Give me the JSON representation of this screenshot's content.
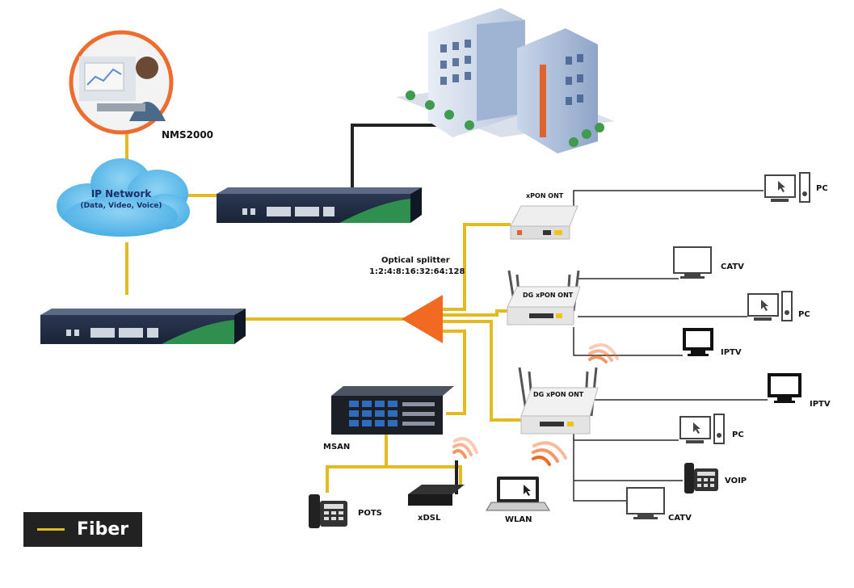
{
  "labels": {
    "nms": "NMS2000",
    "ip_network_title": "IP Network",
    "ip_network_sub": "(Data,  Video,  Voice)",
    "splitter_title": "Optical splitter",
    "splitter_ratio": "1:2:4:8:16:32:64:128",
    "xpon_ont": "xPON  ONT",
    "dg_xpon_ont_1": "DG  xPON  ONT",
    "dg_xpon_ont_2": "DG  xPON  ONT",
    "msan": "MSAN",
    "pots": "POTS",
    "xdsl": "xDSL",
    "wlan": "WLAN",
    "pc_1": "PC",
    "catv_1": "CATV",
    "pc_2": "PC",
    "iptv_1": "IPTV",
    "iptv_2": "IPTV",
    "pc_3": "PC",
    "voip": "VOIP",
    "catv_2": "CATV"
  },
  "legend": {
    "label": "Fiber",
    "fiber_color": "#e3bb21"
  },
  "colors": {
    "fiber": "#e3bb21",
    "copper": "#222222",
    "splitter": "#f26a22",
    "wifi": "#f26a22",
    "cloud": "#3fa9e0",
    "device": "#1f2a44"
  }
}
